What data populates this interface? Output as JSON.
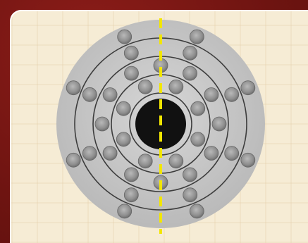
{
  "puzzle": {
    "rings": 4,
    "marbles_per_ring": [
      8,
      8,
      12,
      8
    ],
    "colors": {
      "frame": "#7a1714",
      "board_background": "#f6ecd5",
      "disc": "#bfbfbf",
      "marble": "#9a9a9a",
      "center_hole": "#111111",
      "cut_line": "#f2e600"
    },
    "cut_line_style": "dashed-vertical"
  }
}
